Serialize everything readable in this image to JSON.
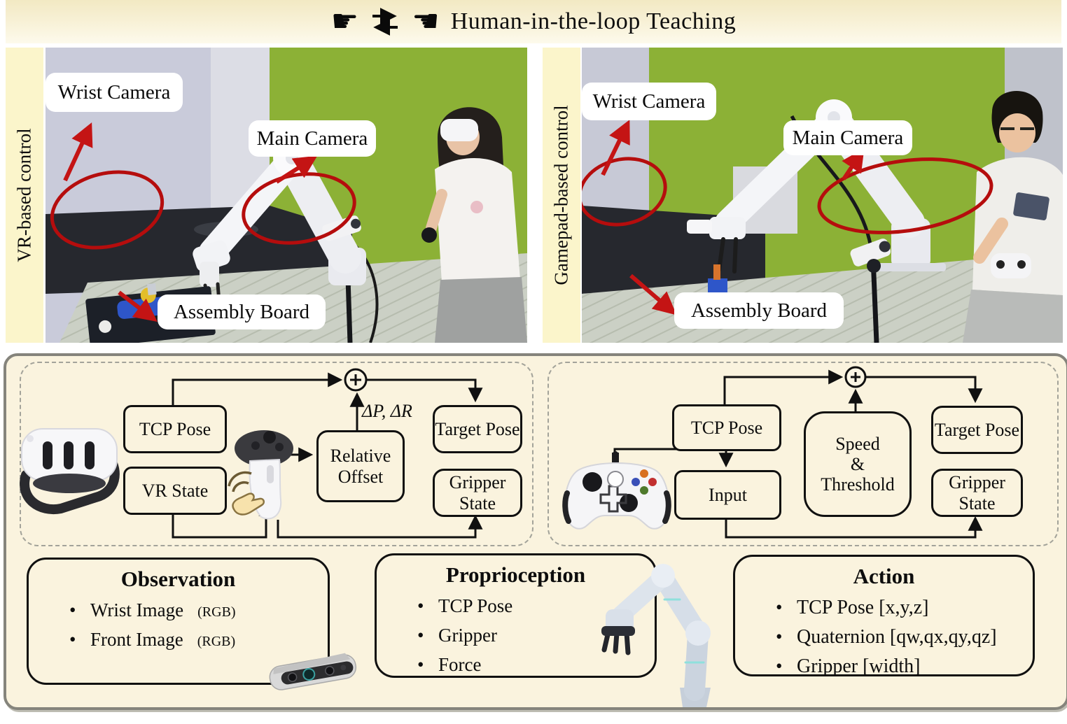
{
  "banner": {
    "title": "Human-in-the-loop Teaching"
  },
  "photos": {
    "left": {
      "side_label": "VR-based control",
      "wrist_label": "Wrist Camera",
      "main_label": "Main Camera",
      "board_label": "Assembly Board"
    },
    "right": {
      "side_label": "Gamepad-based control",
      "wrist_label": "Wrist Camera",
      "main_label": "Main Camera",
      "board_label": "Assembly Board"
    }
  },
  "vr_flow": {
    "tcp": "TCP Pose",
    "vr_state": "VR State",
    "relative_offset": "Relative Offset",
    "delta": "ΔP, ΔR",
    "target": "Target Pose",
    "gripper": "Gripper State"
  },
  "gamepad_flow": {
    "tcp": "TCP Pose",
    "input": "Input",
    "speed_threshold": "Speed\n&\nThreshold",
    "target": "Target Pose",
    "gripper": "Gripper State"
  },
  "cards": {
    "observation": {
      "title": "Observation",
      "items": [
        {
          "name": "Wrist Image",
          "type": "(RGB)"
        },
        {
          "name": "Front Image",
          "type": "(RGB)"
        }
      ]
    },
    "proprioception": {
      "title": "Proprioception",
      "items": [
        "TCP Pose",
        "Gripper",
        "Force"
      ]
    },
    "action": {
      "title": "Action",
      "items": [
        "TCP Pose [x,y,z]",
        "Quaternion [qw,qx,qy,qz]",
        "Gripper [width]"
      ]
    }
  },
  "colors": {
    "annotation_red": "#B50D0D",
    "panel_cream": "#FAF3DE",
    "strip_yellow": "#FBF5CB",
    "green_screen": "#8CB136"
  }
}
